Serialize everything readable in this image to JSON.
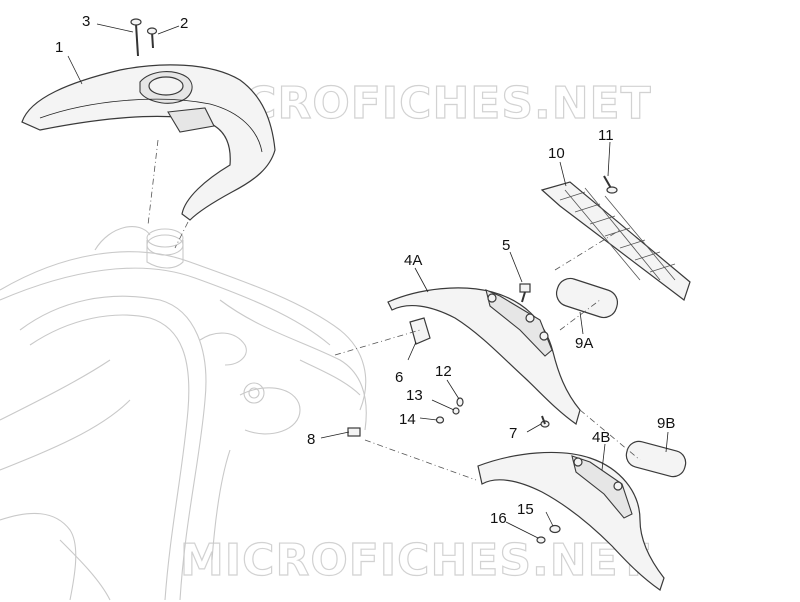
{
  "watermark": {
    "top": "MICROFICHES.NET",
    "bottom": "MICROFICHES.NET"
  },
  "callouts": [
    {
      "id": "c1",
      "label": "1"
    },
    {
      "id": "c2",
      "label": "2"
    },
    {
      "id": "c3",
      "label": "3"
    },
    {
      "id": "c4a",
      "label": "4A"
    },
    {
      "id": "c4b",
      "label": "4B"
    },
    {
      "id": "c5",
      "label": "5"
    },
    {
      "id": "c6",
      "label": "6"
    },
    {
      "id": "c7",
      "label": "7"
    },
    {
      "id": "c8",
      "label": "8"
    },
    {
      "id": "c9a",
      "label": "9A"
    },
    {
      "id": "c9b",
      "label": "9B"
    },
    {
      "id": "c10",
      "label": "10"
    },
    {
      "id": "c11",
      "label": "11"
    },
    {
      "id": "c12",
      "label": "12"
    },
    {
      "id": "c13",
      "label": "13"
    },
    {
      "id": "c14",
      "label": "14"
    },
    {
      "id": "c15",
      "label": "15"
    },
    {
      "id": "c16",
      "label": "16"
    }
  ]
}
